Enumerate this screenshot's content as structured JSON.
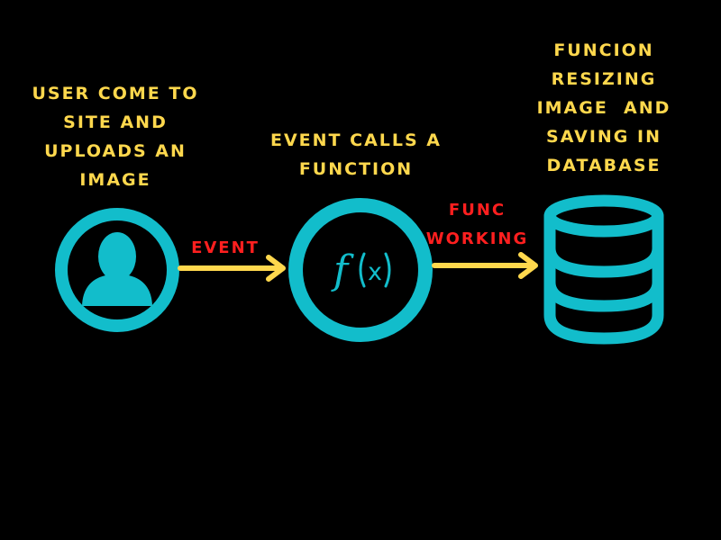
{
  "nodes": {
    "user": {
      "icon": "user-icon",
      "label_lines": [
        "USER COME TO",
        "SITE AND",
        "UPLOADS AN",
        "IMAGE"
      ]
    },
    "function": {
      "icon": "function-fx-icon",
      "symbol_f": "f",
      "symbol_x": "x",
      "label_lines": [
        "EVENT CALLS A",
        "FUNCTION"
      ]
    },
    "database": {
      "icon": "database-icon",
      "label_lines": [
        "FUNCION",
        "RESIZING",
        "IMAGE  AND",
        "SAVING IN",
        "DATABASE"
      ]
    }
  },
  "edges": {
    "user_to_function": {
      "label_lines": [
        "EVENT"
      ]
    },
    "function_to_database": {
      "label_lines": [
        "FUNC",
        "WORKING"
      ]
    }
  },
  "colors": {
    "background": "#000000",
    "node": "#12BDCB",
    "arrow": "#FFD84D",
    "node_label": "#FFD84D",
    "edge_label": "#FF1F1F",
    "function_symbol": "#12BDCB"
  }
}
